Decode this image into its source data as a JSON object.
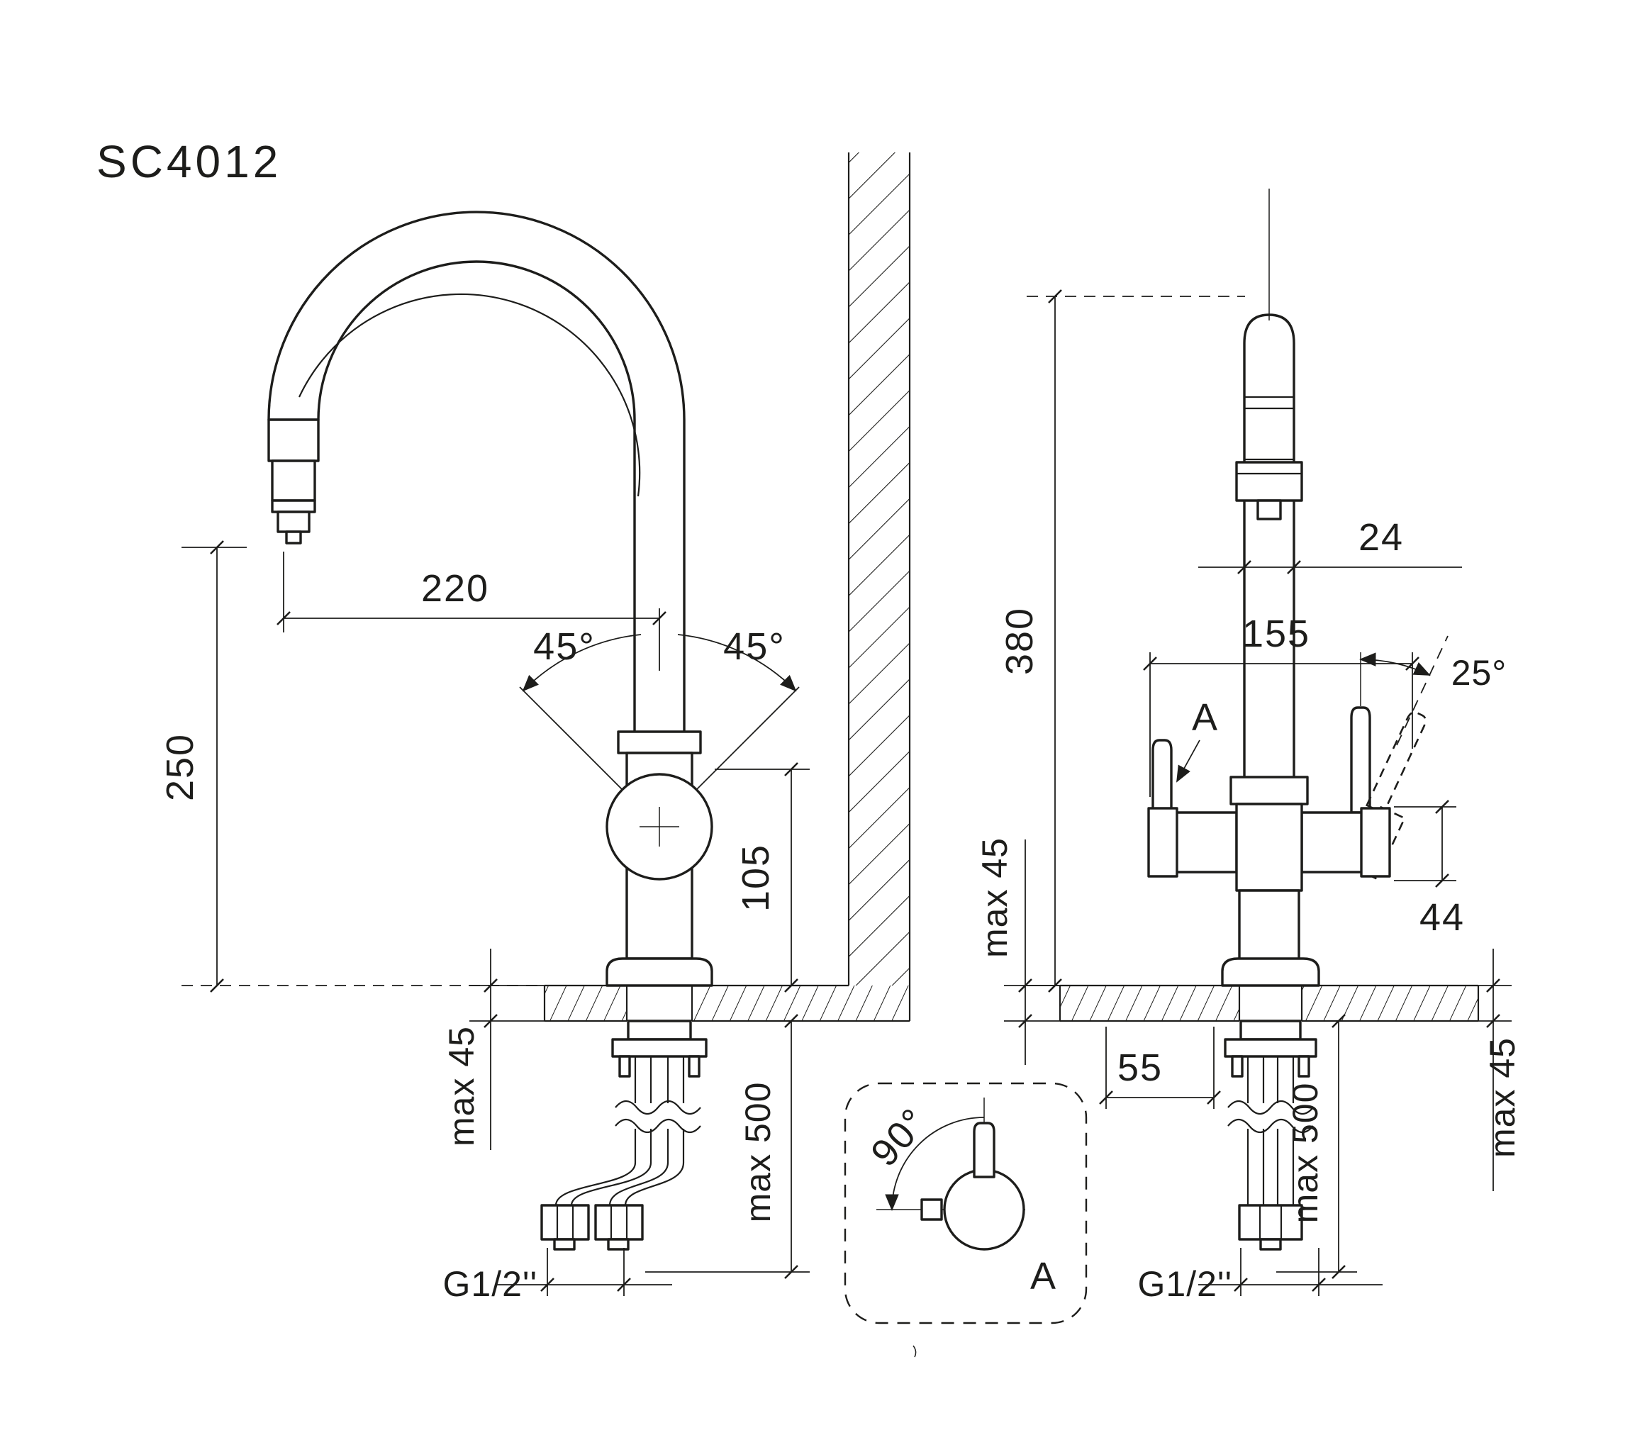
{
  "colors": {
    "line": "#1d1d1b",
    "background": "#ffffff"
  },
  "title": "SC4012",
  "side_view": {
    "dim_spout_reach": "220",
    "dim_spout_height": "250",
    "angle_handle_left": "45°",
    "angle_handle_right": "45°",
    "dim_body_height": "105",
    "dim_counter_thickness": "max 45",
    "dim_hose_length": "max 500",
    "thread_label": "G1/2''"
  },
  "front_view": {
    "dim_total_height": "380",
    "dim_spout_diameter": "24",
    "dim_width": "155",
    "angle_handle_tilt": "25°",
    "section_label": "A",
    "dim_counter_thickness_left": "max 45",
    "dim_handle_diameter": "44",
    "dim_offset": "55",
    "dim_hose_length": "max 500",
    "dim_counter_thickness_right": "max 45",
    "thread_label": "G1/2''"
  },
  "detail_view": {
    "angle_swivel": "90°",
    "label": "A"
  }
}
